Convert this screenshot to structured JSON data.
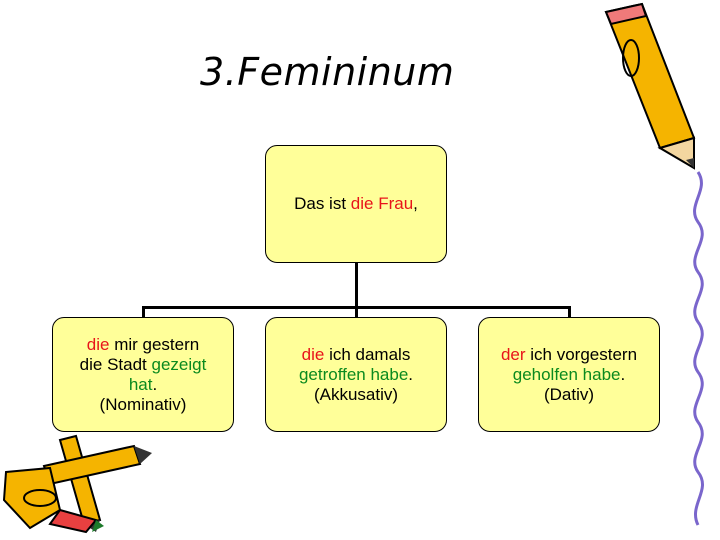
{
  "title": "3.Femininum",
  "root": {
    "t1": "Das ist ",
    "t2": "die Frau",
    "t3": ","
  },
  "children": [
    {
      "a": "die",
      "b": " mir gestern",
      "c": "die Stadt ",
      "d": "gezeigt",
      "e": "hat",
      "f": ".",
      "g": "(Nominativ)"
    },
    {
      "a": "die",
      "b": " ich damals",
      "c": "getroffen habe",
      "d": ".",
      "e": "(Akkusativ)"
    },
    {
      "a": "der",
      "b": " ich vorgestern",
      "c": "geholfen habe",
      "d": ".",
      "e": "(Dativ)"
    }
  ],
  "colors": {
    "box_fill": "#ffff99",
    "highlight_red": "#e8141a",
    "highlight_green": "#0b8a1e"
  }
}
